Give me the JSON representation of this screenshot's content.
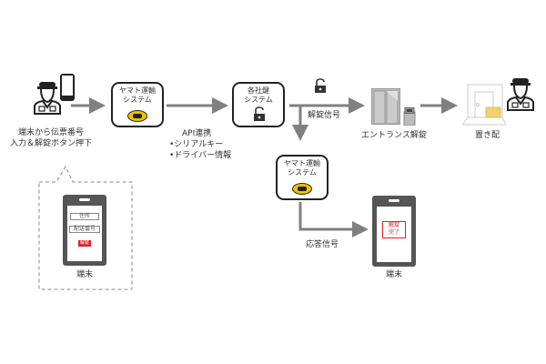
{
  "diagram": {
    "driver_caption": [
      "端末から伝票番号",
      "入力＆解錠ボタン押下"
    ],
    "yamato_system_1": [
      "ヤマト運輸",
      "システム"
    ],
    "lock_system": [
      "各社鍵",
      "システム"
    ],
    "api_label": "API連携",
    "api_items": [
      "•シリアルキー",
      "•ドライバー情報"
    ],
    "unlock_signal": "解錠信号",
    "entrance_label": "エントランス解錠",
    "delivery_label": "置き配",
    "yamato_system_2": [
      "ヤマト運輸",
      "システム"
    ],
    "response_signal": "応答信号",
    "phone_left": {
      "field_address": "住所",
      "field_tracking": "配送番号",
      "button_unlock": "解錠",
      "caption": "端末"
    },
    "phone_right": {
      "status": [
        "解錠",
        "完了"
      ],
      "caption": "端末"
    },
    "colors": {
      "arrow": "#808080",
      "box_border": "#222222",
      "logo_yellow": "#f2c200",
      "alert_red": "#e02020",
      "phone_body": "#555555",
      "package": "#f4d06f"
    }
  }
}
